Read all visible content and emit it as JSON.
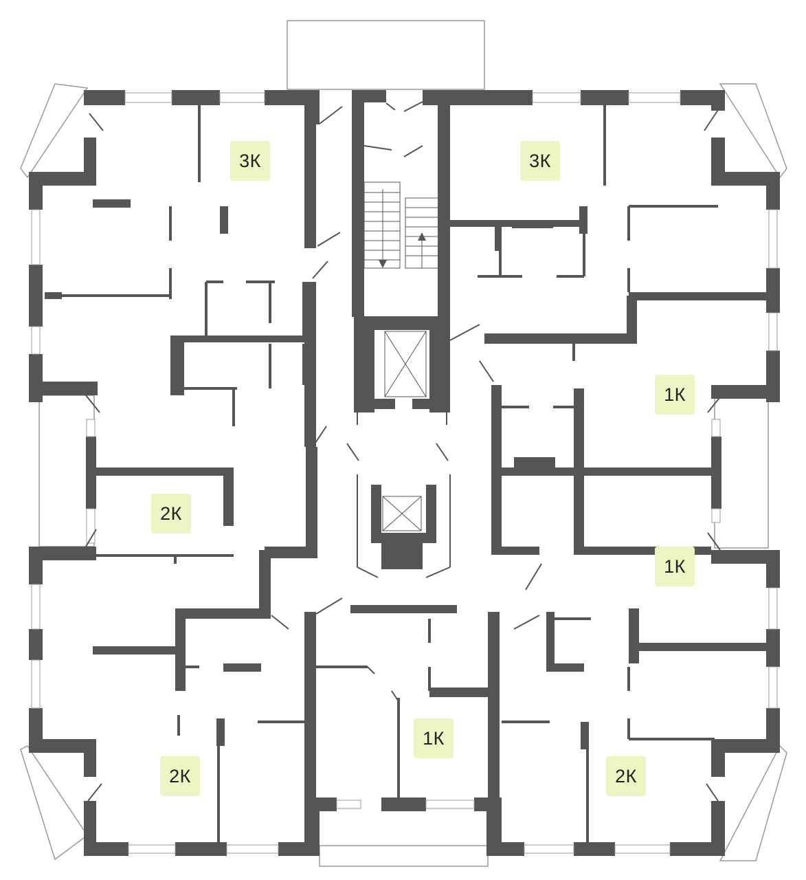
{
  "floor_plan": {
    "units": [
      {
        "id": "apt-nw",
        "label": "3К"
      },
      {
        "id": "apt-ne",
        "label": "3К"
      },
      {
        "id": "apt-e-upper",
        "label": "1К"
      },
      {
        "id": "apt-w-middle",
        "label": "2К"
      },
      {
        "id": "apt-e-lower",
        "label": "1К"
      },
      {
        "id": "apt-s-center",
        "label": "1К"
      },
      {
        "id": "apt-sw",
        "label": "2К"
      },
      {
        "id": "apt-se",
        "label": "2К"
      }
    ],
    "colors": {
      "badge": "#eef4c4",
      "wall": "#555555",
      "background": "#ffffff"
    }
  }
}
